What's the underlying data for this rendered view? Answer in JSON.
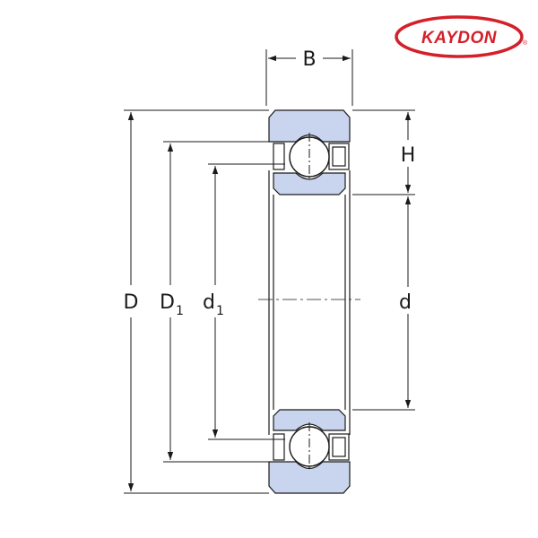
{
  "brand": {
    "name": "KAYDON",
    "registered_mark": "®",
    "color": "#d4202a"
  },
  "labels": {
    "B": "B",
    "H": "H",
    "D": "D",
    "D1_main": "D",
    "D1_sub": "1",
    "d1_main": "d",
    "d1_sub": "1",
    "d": "d"
  },
  "colors": {
    "ring_fill": "#c9d4ee",
    "line": "#1a1a1a"
  }
}
